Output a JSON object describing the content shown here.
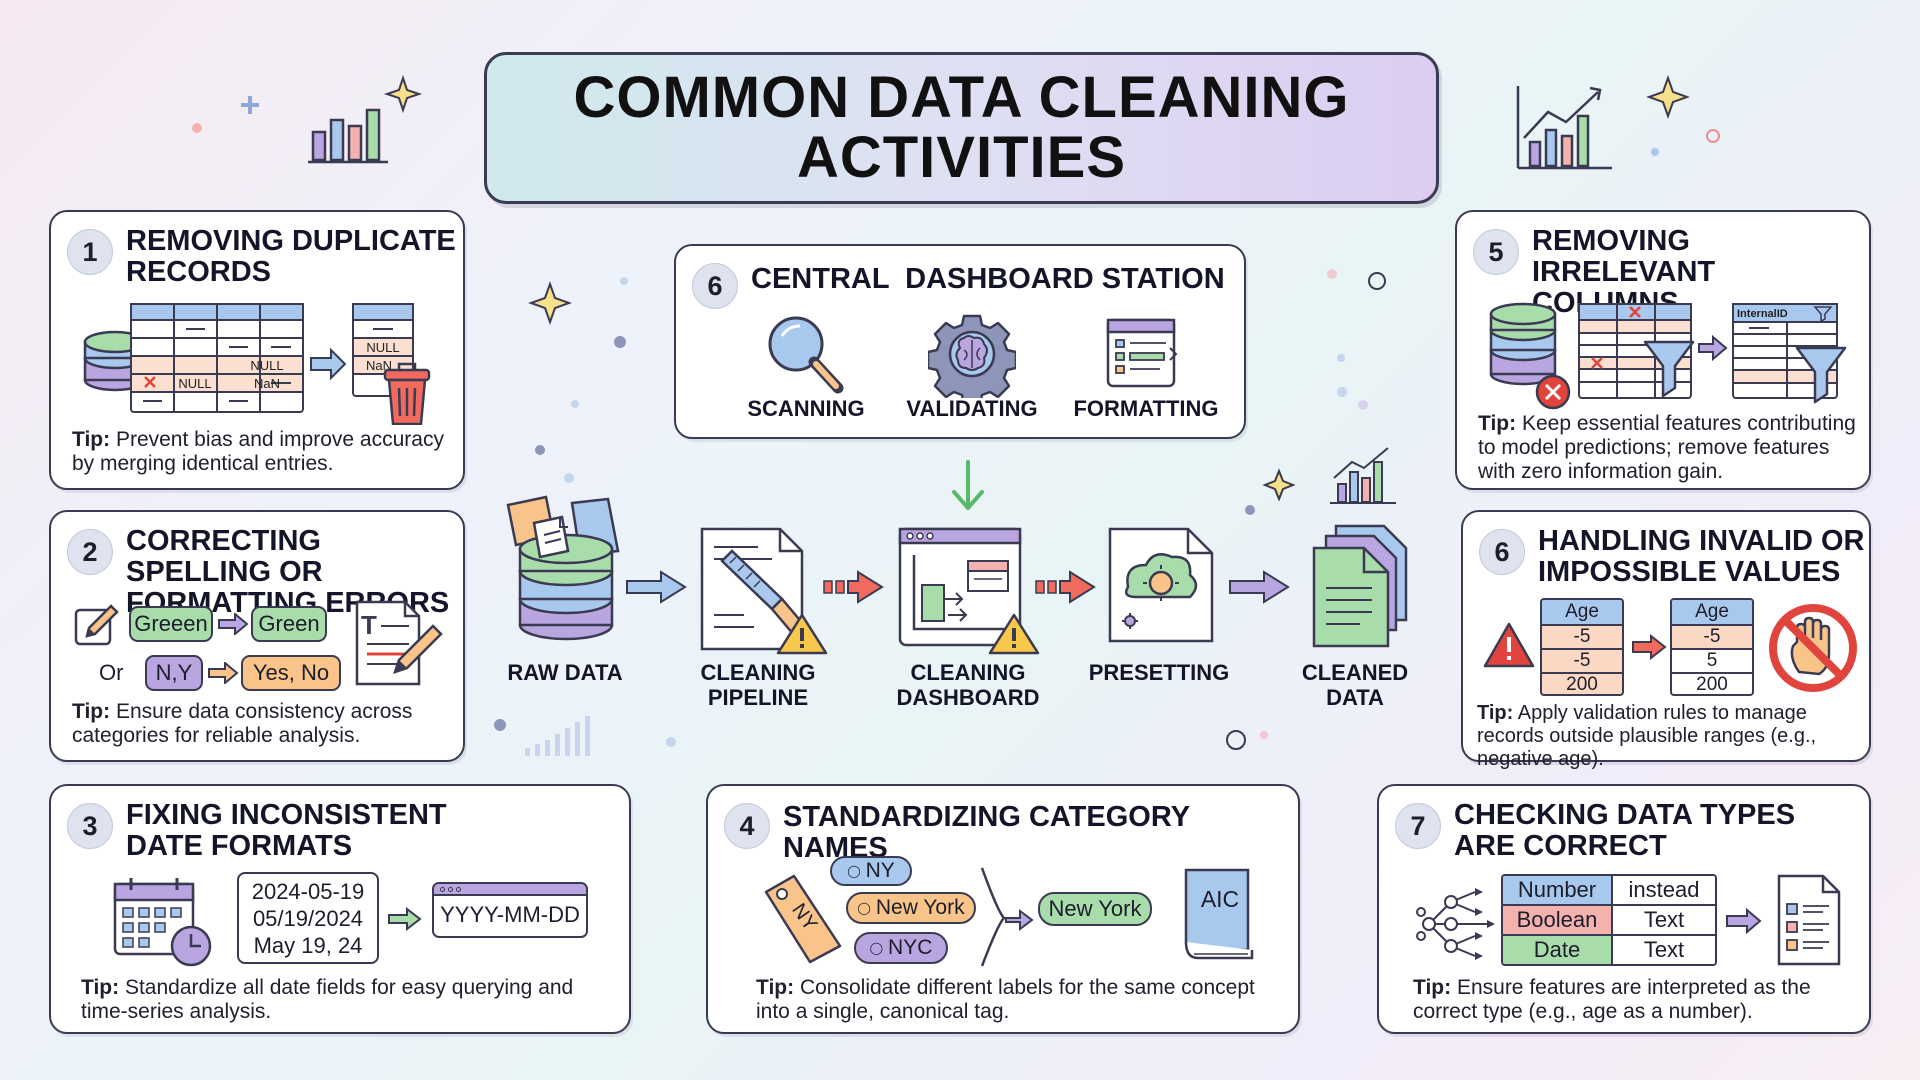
{
  "title": "COMMON DATA CLEANING ACTIVITIES",
  "cards": {
    "dup": {
      "num": "1",
      "title": "REMOVING DUPLICATE RECORDS",
      "tip_label": "Tip:",
      "tip_text": "Prevent bias and improve accuracy by merging identical entries.",
      "cells": [
        "NULL",
        "NULL",
        "NaN",
        "NULL",
        "NaN"
      ]
    },
    "spell": {
      "num": "2",
      "title": "CORRECTING SPELLING OR FORMATTING ERRORS",
      "wrong1": "Greeen",
      "right1": "Green",
      "or": "Or",
      "wrong2": "N,Y",
      "right2": "Yes, No",
      "tip_label": "Tip:",
      "tip_text": "Ensure data consistency across categories for reliable analysis."
    },
    "date": {
      "num": "3",
      "title": "FIXING INCONSISTENT DATE FORMATS",
      "formats": [
        "2024-05-19",
        "05/19/2024",
        "May 19, 24"
      ],
      "target": "YYYY-MM-DD",
      "tip_label": "Tip:",
      "tip_text": "Standardize all date fields for easy querying and time-series analysis."
    },
    "category": {
      "num": "4",
      "title": "STANDARDIZING CATEGORY NAMES",
      "tag_label": "NY",
      "variants": [
        "NY",
        "New York",
        "NYC"
      ],
      "canonical": "New York",
      "book_label": "AIC",
      "tip_label": "Tip:",
      "tip_text": "Consolidate different labels for the same concept into a single, canonical tag."
    },
    "columns": {
      "num": "5",
      "title": "REMOVING IRRELEVANT COLUMNS",
      "column_header": "InternalID",
      "tip_label": "Tip:",
      "tip_text": "Keep essential features contributing to model predictions; remove features with zero information gain."
    },
    "invalid": {
      "num": "6",
      "title": "HANDLING INVALID OR IMPOSSIBLE VALUES",
      "before_header": "Age",
      "before_values": [
        "-5",
        "-5",
        "200"
      ],
      "after_header": "Age",
      "after_values": [
        "-5",
        "5",
        "200"
      ],
      "tip_label": "Tip:",
      "tip_text": "Apply validation rules to manage records outside plausible ranges (e.g., negative age)."
    },
    "types": {
      "num": "7",
      "title": "CHECKING DATA TYPES ARE CORRECT",
      "rows": [
        {
          "type": "Number",
          "actual": "instead"
        },
        {
          "type": "Boolean",
          "actual": "Text"
        },
        {
          "type": "Date",
          "actual": "Text"
        }
      ],
      "tip_label": "Tip:",
      "tip_text": "Ensure features are interpreted as the correct type (e.g., age as a number)."
    },
    "dashboard": {
      "num": "6",
      "title": "CENTRAL  DASHBOARD STATION",
      "items": [
        "SCANNING",
        "VALIDATING",
        "FORMATTING"
      ]
    }
  },
  "flow": {
    "steps": [
      "RAW DATA",
      "CLEANING PIPELINE",
      "CLEANING DASHBOARD",
      "PRESETTING",
      "CLEANED DATA"
    ]
  },
  "colors": {
    "green": "#a8dcaa",
    "orange": "#f9c48a",
    "purple": "#b9a5df",
    "blue": "#a9c8ee",
    "red": "#e0443c",
    "teal": "#9fd6cf",
    "pink": "#f3b2ad"
  }
}
